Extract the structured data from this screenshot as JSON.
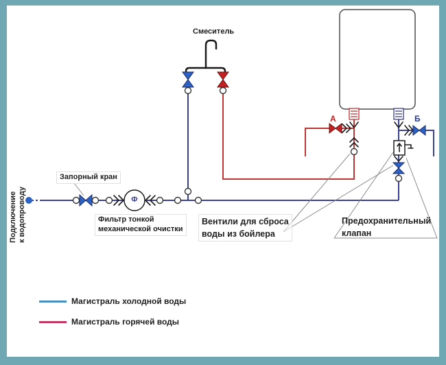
{
  "colors": {
    "frame": "#6fa7b2",
    "cold_pipe": "#3a3f94",
    "hot_pipe": "#c03434",
    "valve_blue": "#2b62c4",
    "valve_red": "#c42222",
    "symbol": "#1a1a1a",
    "leader": "#8a8a8a",
    "legend_cold": "#4a8fc4",
    "legend_hot": "#c23a64",
    "text": "#1d1d1d",
    "boiler_outline": "#4a4a4a",
    "label_a": "#c42222",
    "label_b": "#2a3a8c"
  },
  "labels": {
    "mixer": "Смеситель",
    "supply_line1": "Подключение",
    "supply_line2": "к водопроводу",
    "shutoff": "Запорный кран",
    "filter_line1": "Фильтр тонкой",
    "filter_line2": "механической очистки",
    "filter_letter": "Ф",
    "outlet_a": "А",
    "outlet_b": "Б",
    "drain_line1": "Вентили для сброса",
    "drain_line2": "воды из бойлера",
    "safety_line1": "Предохранительный",
    "safety_line2": "клапан"
  },
  "legend": {
    "items": [
      {
        "label": "Магистраль холодной воды",
        "color": "#4a8fc4"
      },
      {
        "label": "Магистраль горячей воды",
        "color": "#c23a64"
      }
    ]
  }
}
